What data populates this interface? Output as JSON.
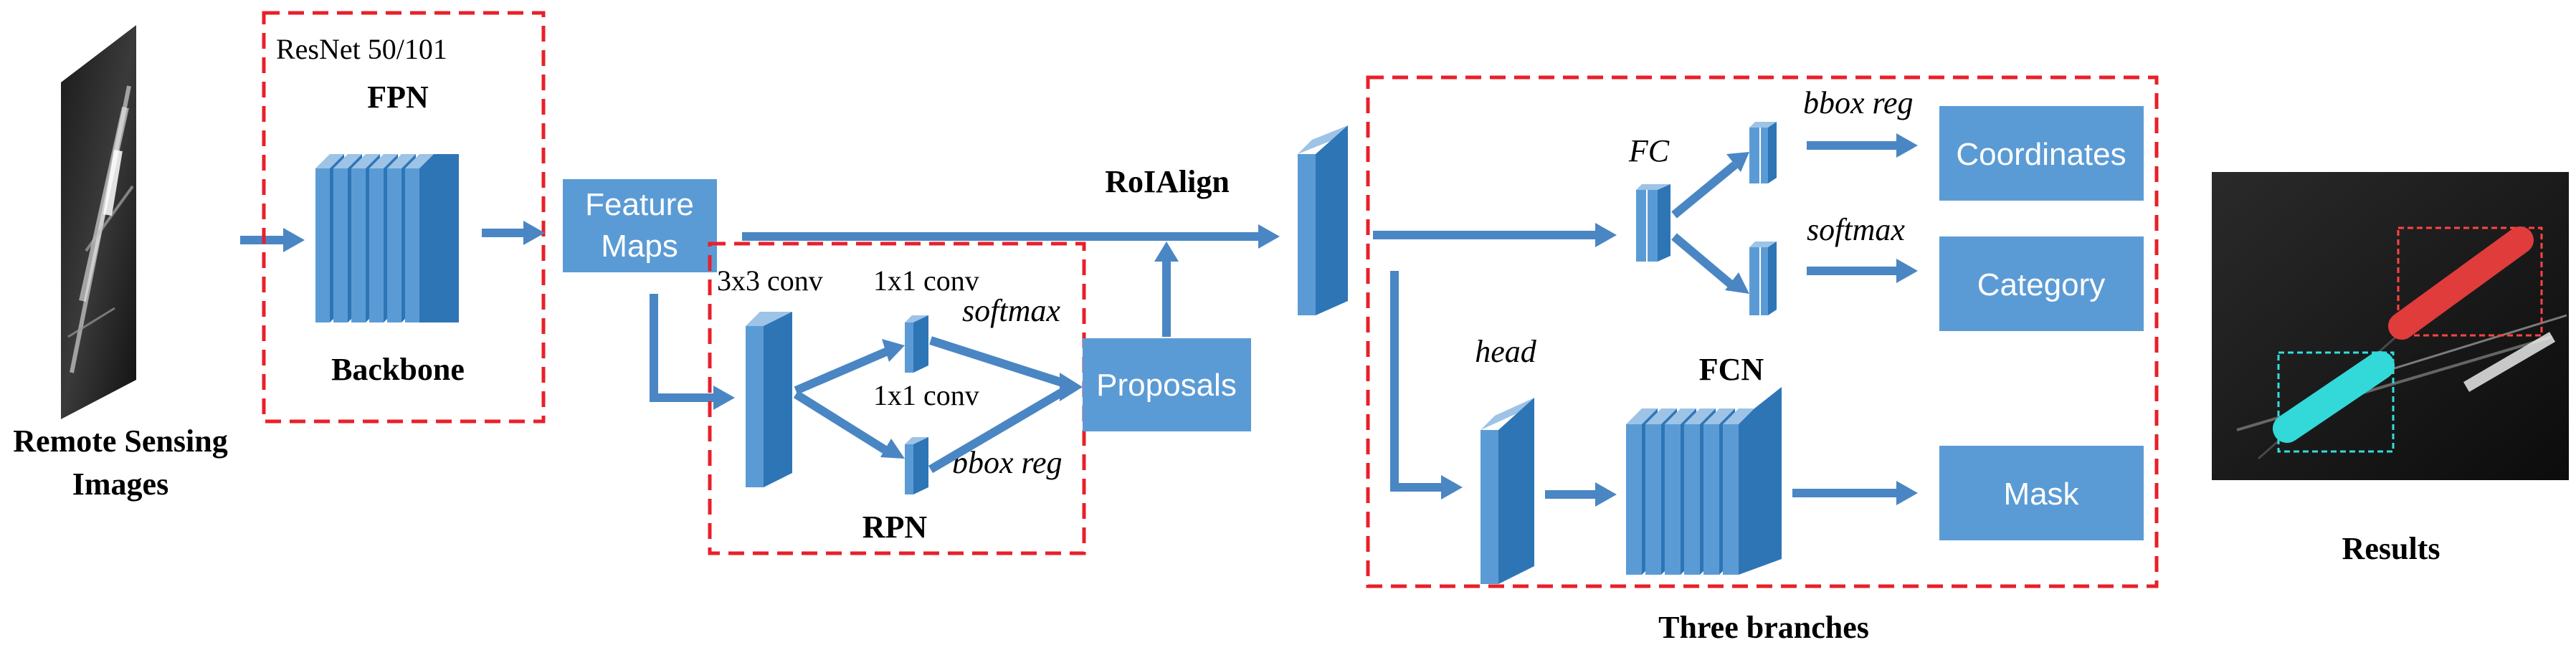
{
  "input_label": [
    "Remote Sensing",
    "Images"
  ],
  "backbone": {
    "top_label": "ResNet 50/101",
    "fpn_label": "FPN",
    "bottom_label": "Backbone"
  },
  "feature_maps": [
    "Feature",
    "Maps"
  ],
  "rpn": {
    "conv3": "3x3 conv",
    "conv1_top": "1x1 conv",
    "softmax": "softmax",
    "conv1_bottom": "1x1 conv",
    "bbox_reg": "bbox reg",
    "label": "RPN"
  },
  "proposals": "Proposals",
  "roialign": "RoIAlign",
  "branches": {
    "fc": "FC",
    "bbox_reg": "bbox reg",
    "softmax": "softmax",
    "head": "head",
    "fcn": "FCN",
    "coordinates": "Coordinates",
    "category": "Category",
    "mask": "Mask",
    "label": "Three branches"
  },
  "results_label": "Results",
  "colors": {
    "box": "#5b9bd5",
    "box_dark": "#2e75b6",
    "box_light": "#9dc3e6",
    "arrow": "#4a86c3",
    "dashed": "#e8202a"
  }
}
